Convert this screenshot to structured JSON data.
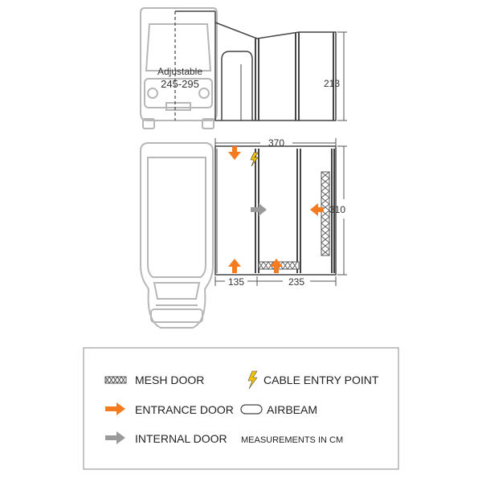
{
  "colors": {
    "vehicle_stroke": "#b7b7b7",
    "awning_stroke": "#444444",
    "orange": "#f47b20",
    "grey_arrow": "#9a9a9a",
    "cable_yellow": "#f2c200",
    "legend_border": "#8a8a8a"
  },
  "side_view": {
    "adjustable_label": "Adjustable",
    "adjustable_range": "245-295",
    "height_value": "213"
  },
  "floor_plan": {
    "width_value": "370",
    "depth_value": "310",
    "left_room_value": "135",
    "right_room_value": "235"
  },
  "legend": {
    "mesh_door": "MESH DOOR",
    "cable_entry_point": "CABLE ENTRY POINT",
    "entrance_door": "ENTRANCE DOOR",
    "airbeam": "AIRBEAM",
    "internal_door": "INTERNAL DOOR",
    "measurements_note": "MEASUREMENTS IN CM"
  },
  "icons": [
    "mesh-door-icon",
    "cable-entry-icon",
    "entrance-door-arrow-icon",
    "airbeam-icon",
    "internal-door-arrow-icon"
  ]
}
